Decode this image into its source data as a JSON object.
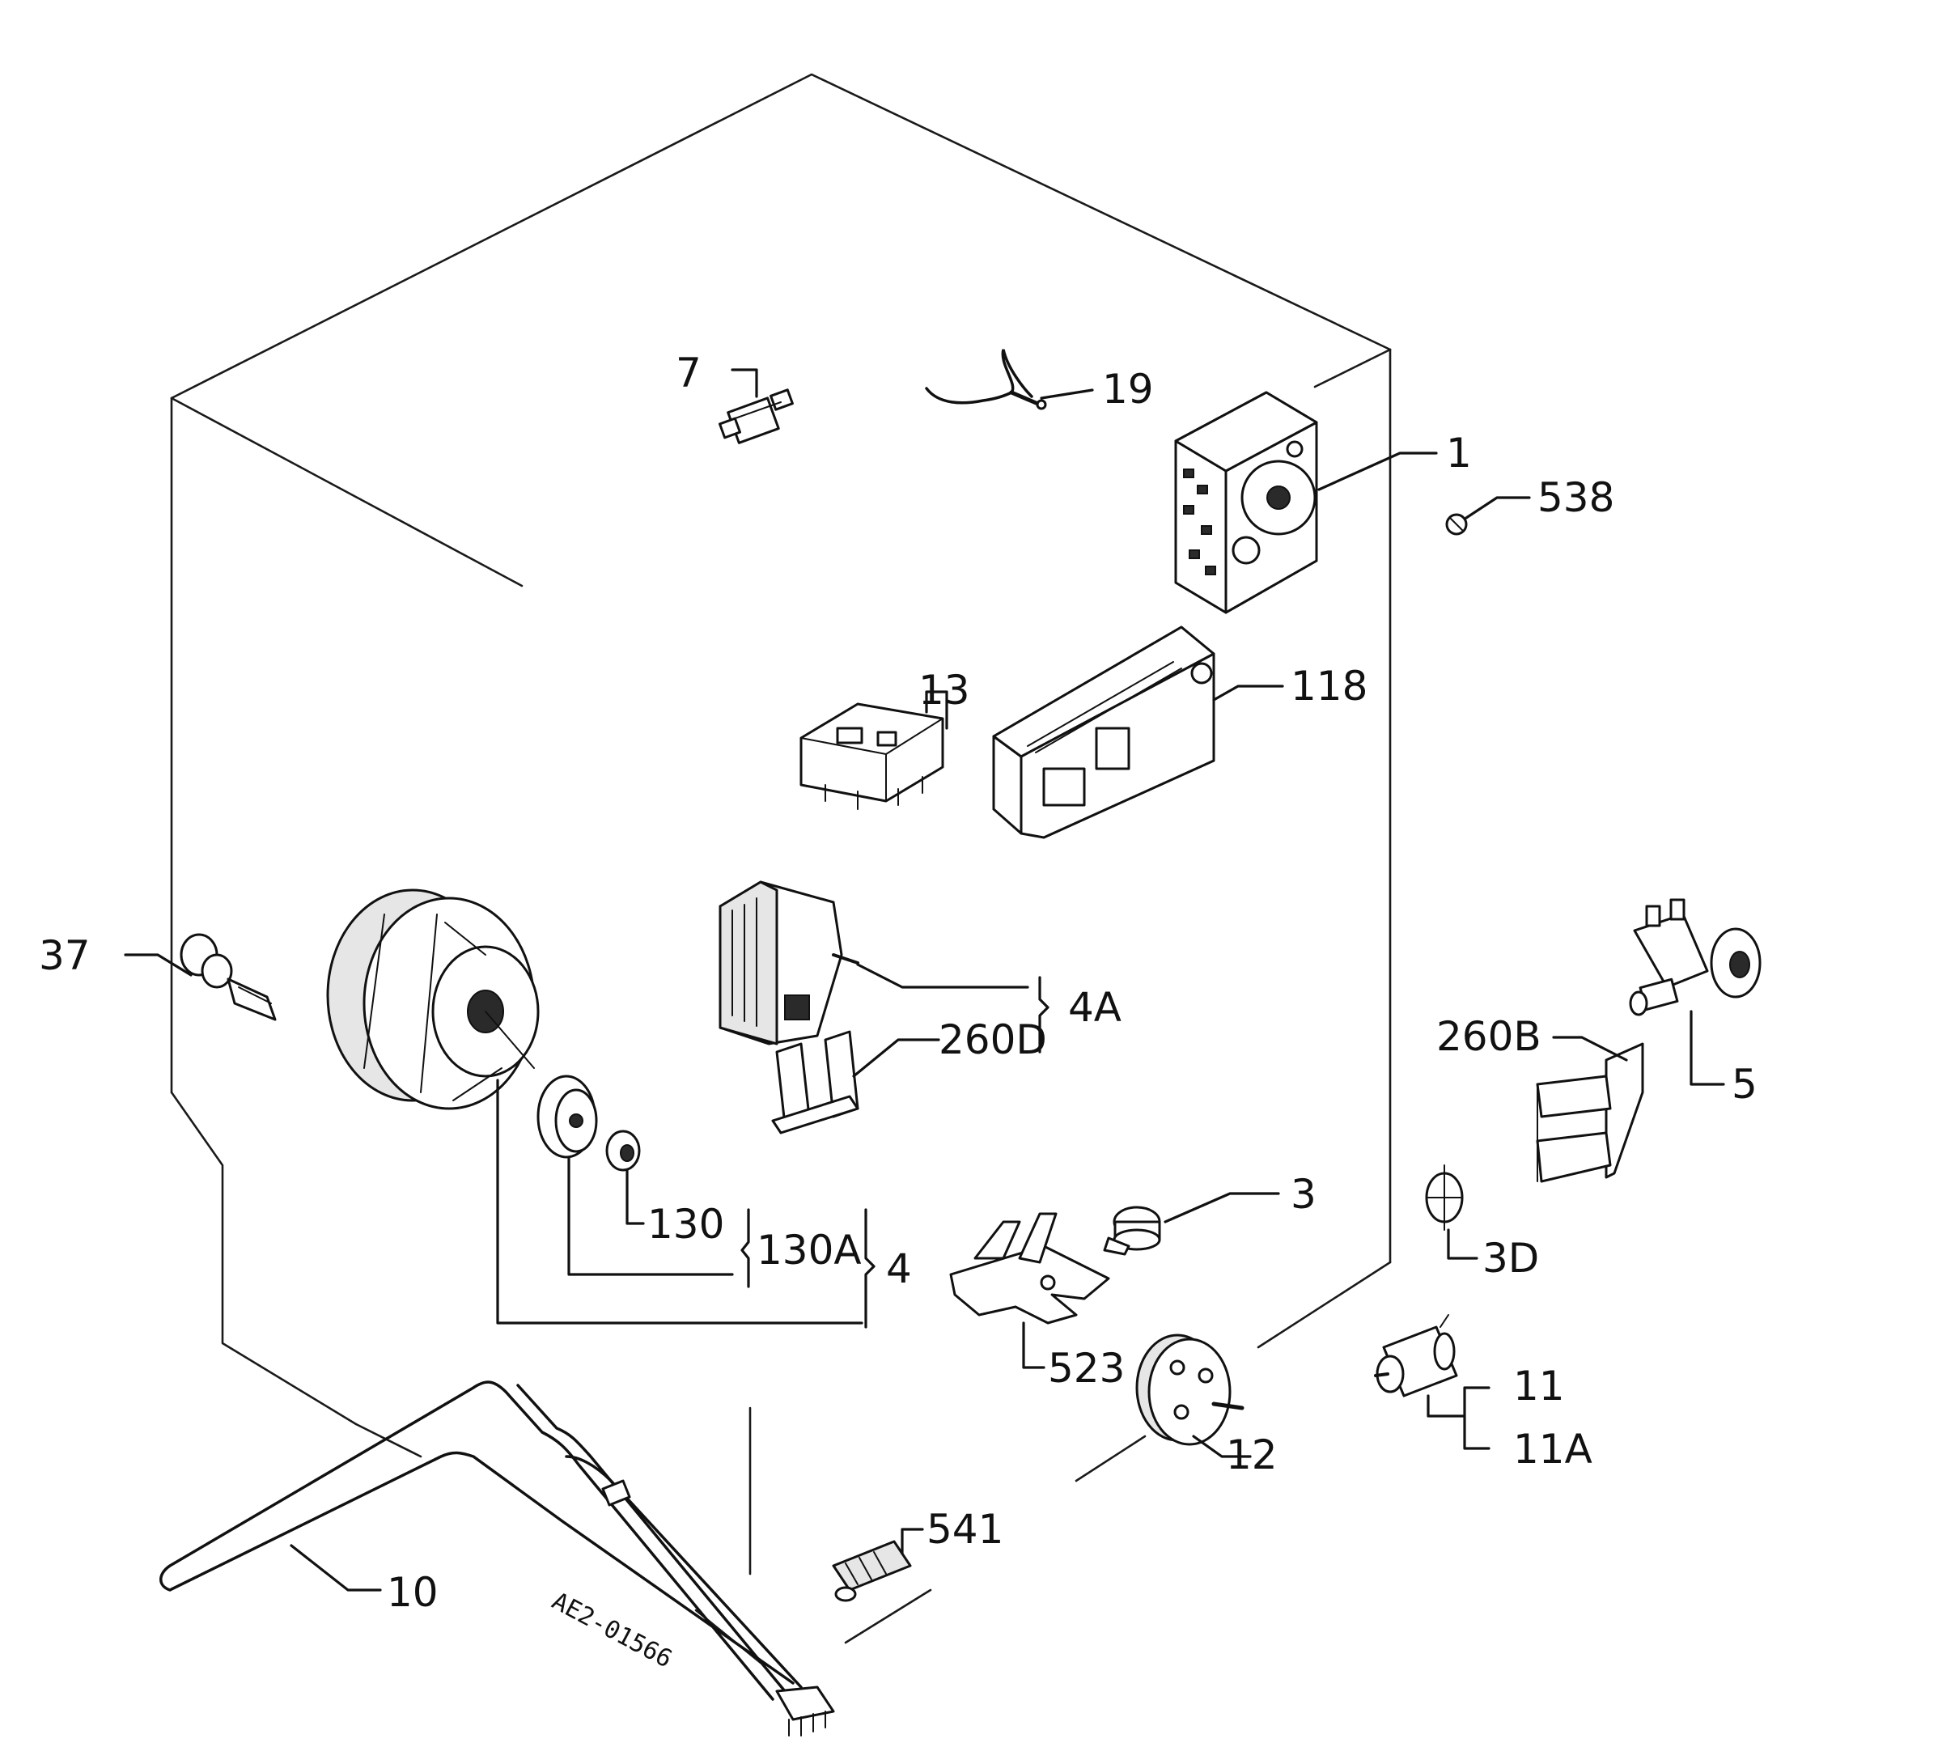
{
  "labels": {
    "l7": "7",
    "l19": "19",
    "l1": "1",
    "l538": "538",
    "l13": "13",
    "l118": "118",
    "l37": "37",
    "l4a": "4A",
    "l260d": "260D",
    "l260b": "260B",
    "l5": "5",
    "l3": "3",
    "l3d": "3D",
    "l130": "130",
    "l130a": "130A",
    "l4": "4",
    "l523": "523",
    "l11": "11",
    "l11a": "11A",
    "l12": "12",
    "l541": "541",
    "l10": "10"
  },
  "drawing_code": "AE2-01566"
}
